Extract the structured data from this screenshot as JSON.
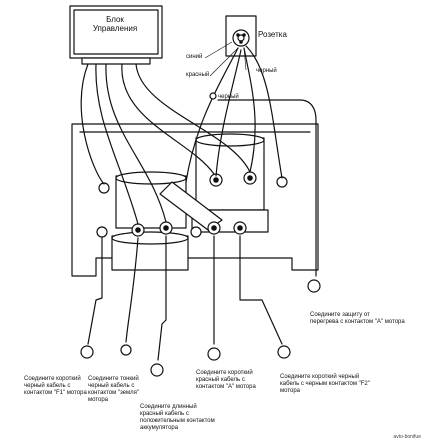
{
  "control_box": {
    "title": "Блок\nУправления"
  },
  "socket": {
    "title": "Розетка"
  },
  "wire_labels": {
    "blue": "синий",
    "red": "красный",
    "black_top": "черный",
    "black_mid": "черный"
  },
  "callouts": {
    "f1": "Соедините короткий\nчерный кабель с\nконтактом \"F1\" мотора",
    "ground": "Соедините тонкий\nчерный кабель с\nконтактом \"земля\"\nмотора",
    "battery": "Соедините длинный\nкрасный кабель с\nположительным контактом\nаккумулятора",
    "motor_a": "Соедините короткий\nкрасный кабель с\nконтактом \"А\" мотора",
    "f2": "Соедините короткий черный\nкабель с черным контактом \"F2\"\nмотора",
    "thermal": "Соедините защиту от\nперегрева с контактом \"А\" мотора"
  },
  "watermark": "avto-bonifue"
}
